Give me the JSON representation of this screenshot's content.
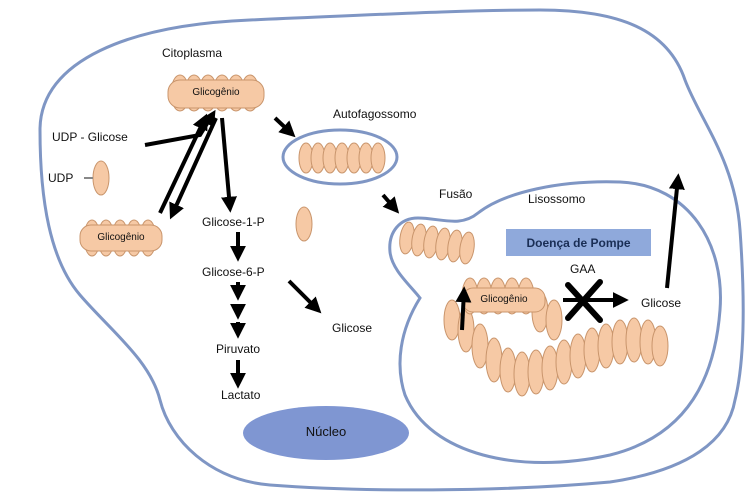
{
  "labels": {
    "cytoplasm": "Citoplasma",
    "glycogen_main": "Glicogênio",
    "glycogen_left": "Glicogênio",
    "glycogen_lysosome": "Glicogênio",
    "udp_glucose": "UDP - Glicose",
    "udp": "UDP",
    "glucose_1p": "Glicose-1-P",
    "glucose_6p": "Glicose-6-P",
    "pyruvate": "Piruvato",
    "lactate": "Lactato",
    "glucose_cyto": "Glicose",
    "autophagosome": "Autofagossomo",
    "fusion": "Fusão",
    "lysosome": "Lisossomo",
    "pompe_disease": "Doença de Pompe",
    "gaa": "GAA",
    "glucose_lysosome": "Glicose",
    "nucleus": "Núcleo"
  },
  "colors": {
    "membrane": "#7f96c4",
    "glycogen_fill": "#f6c9a5",
    "glycogen_stroke": "#c9956c",
    "nucleus_fill": "#7f96d2",
    "banner_fill": "#8fa9db",
    "arrow": "#000000"
  }
}
